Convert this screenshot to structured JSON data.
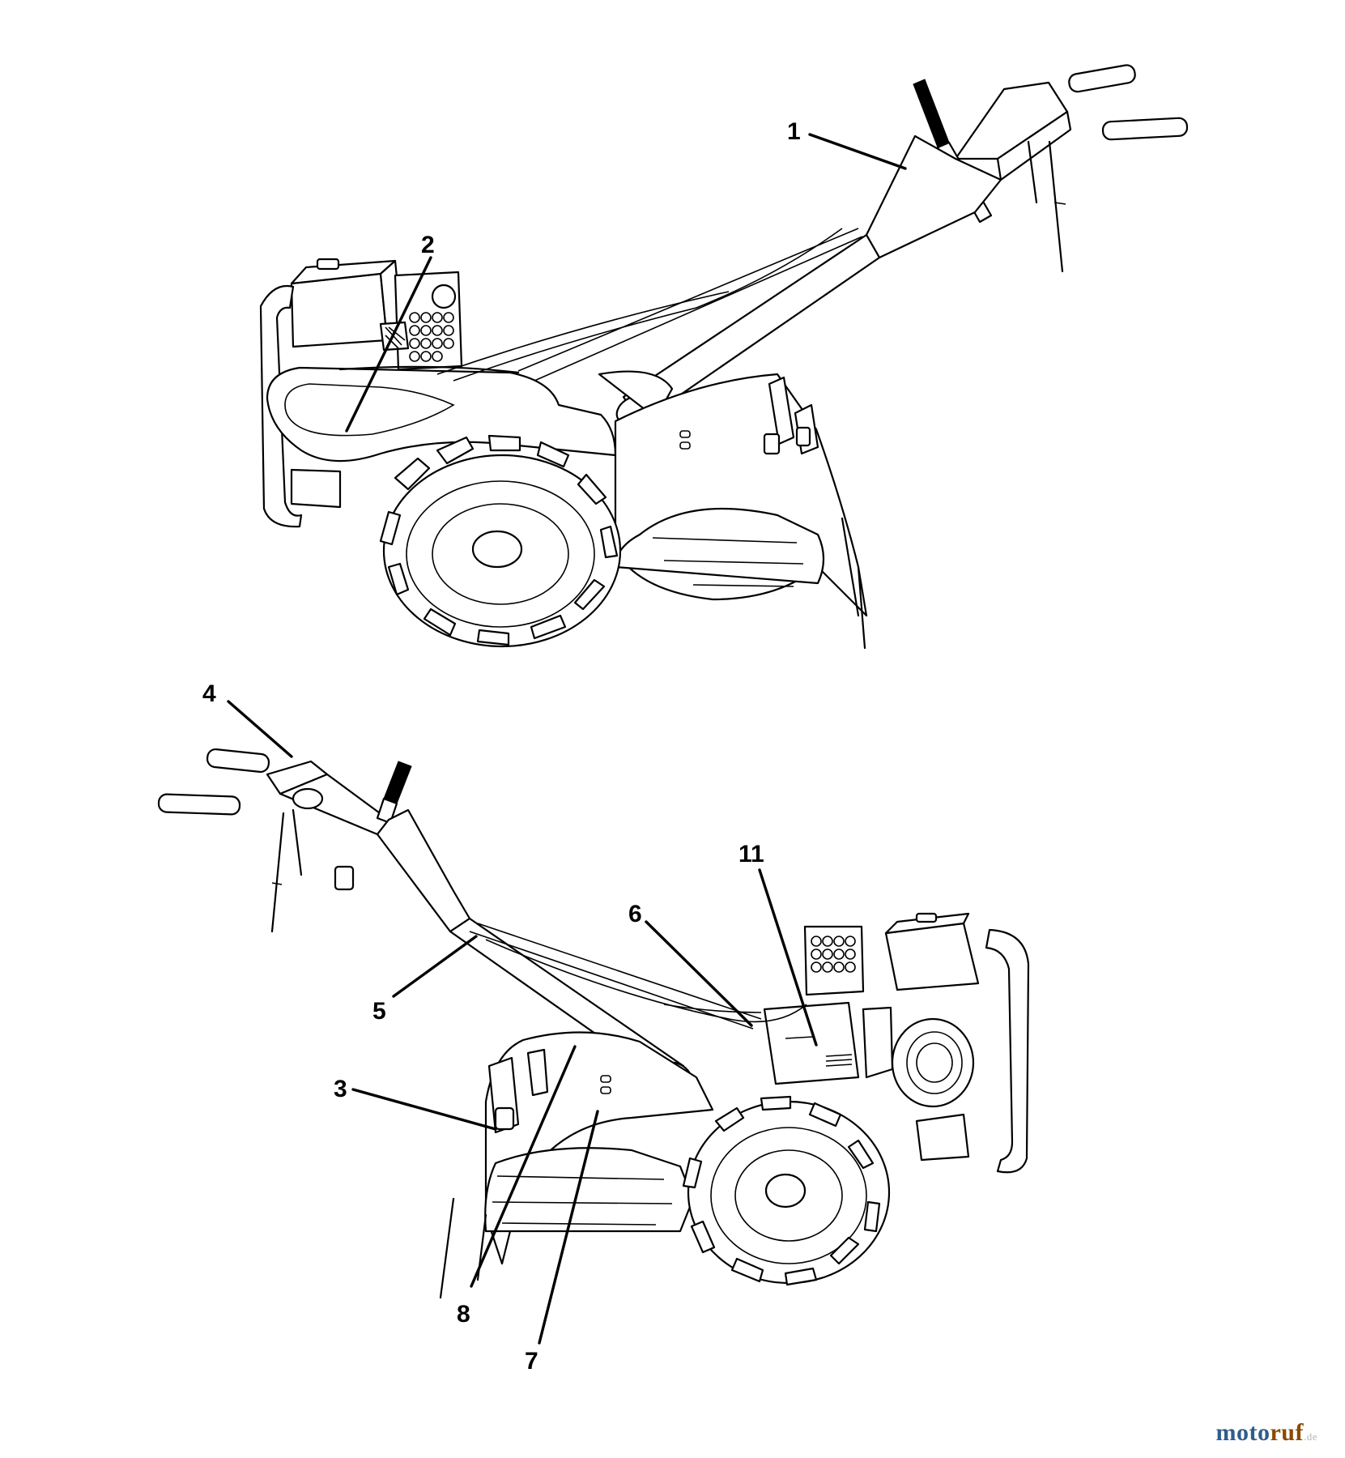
{
  "callouts": {
    "c1": "1",
    "c2": "2",
    "c3": "3",
    "c4": "4",
    "c5": "5",
    "c6": "6",
    "c7": "7",
    "c8": "8",
    "c11": "11"
  },
  "watermark": {
    "brand_part1": "moto",
    "brand_part2": "ruf",
    "suffix": ".de",
    "colors": {
      "brand_part1": "#2f5d8a",
      "brand_part2": "#8a4a00",
      "suffix": "#b5b5b5"
    }
  }
}
